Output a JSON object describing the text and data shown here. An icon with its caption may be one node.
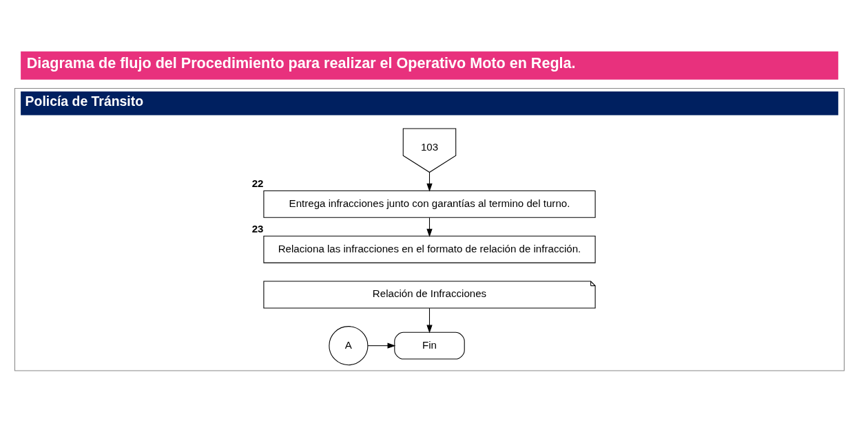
{
  "diagram": {
    "title": "Diagrama de flujo del Procedimiento para realizar el Operativo Moto en Regla.",
    "nodes": [
      {
        "text": [
          "Policía de Tránsito"
        ]
      },
      {
        "text": [
          "103"
        ],
        "in": 0
      },
      {
        "text": [
          "Entrega infracciones junto con garantías al termino del turno."
        ],
        "beside": [
          "22"
        ],
        "in": 0
      },
      {
        "text": [
          "Relaciona las infracciones en el formato de relación de infracción."
        ],
        "beside": [
          "23"
        ],
        "in": 0
      },
      {
        "text": [
          "Relación de Infracciones"
        ],
        "in": 0
      },
      {
        "text": [
          "Fin"
        ],
        "in": 0
      },
      {
        "text": [
          "A"
        ],
        "in": 0
      }
    ],
    "edges": [
      {
        "from": 1,
        "to": 2,
        "arrow": "to"
      },
      {
        "from": 2,
        "to": 3,
        "arrow": "to"
      },
      {
        "from": 4,
        "to": 5,
        "arrow": "to"
      },
      {
        "from": 6,
        "to": 5,
        "arrow": "to"
      }
    ]
  }
}
